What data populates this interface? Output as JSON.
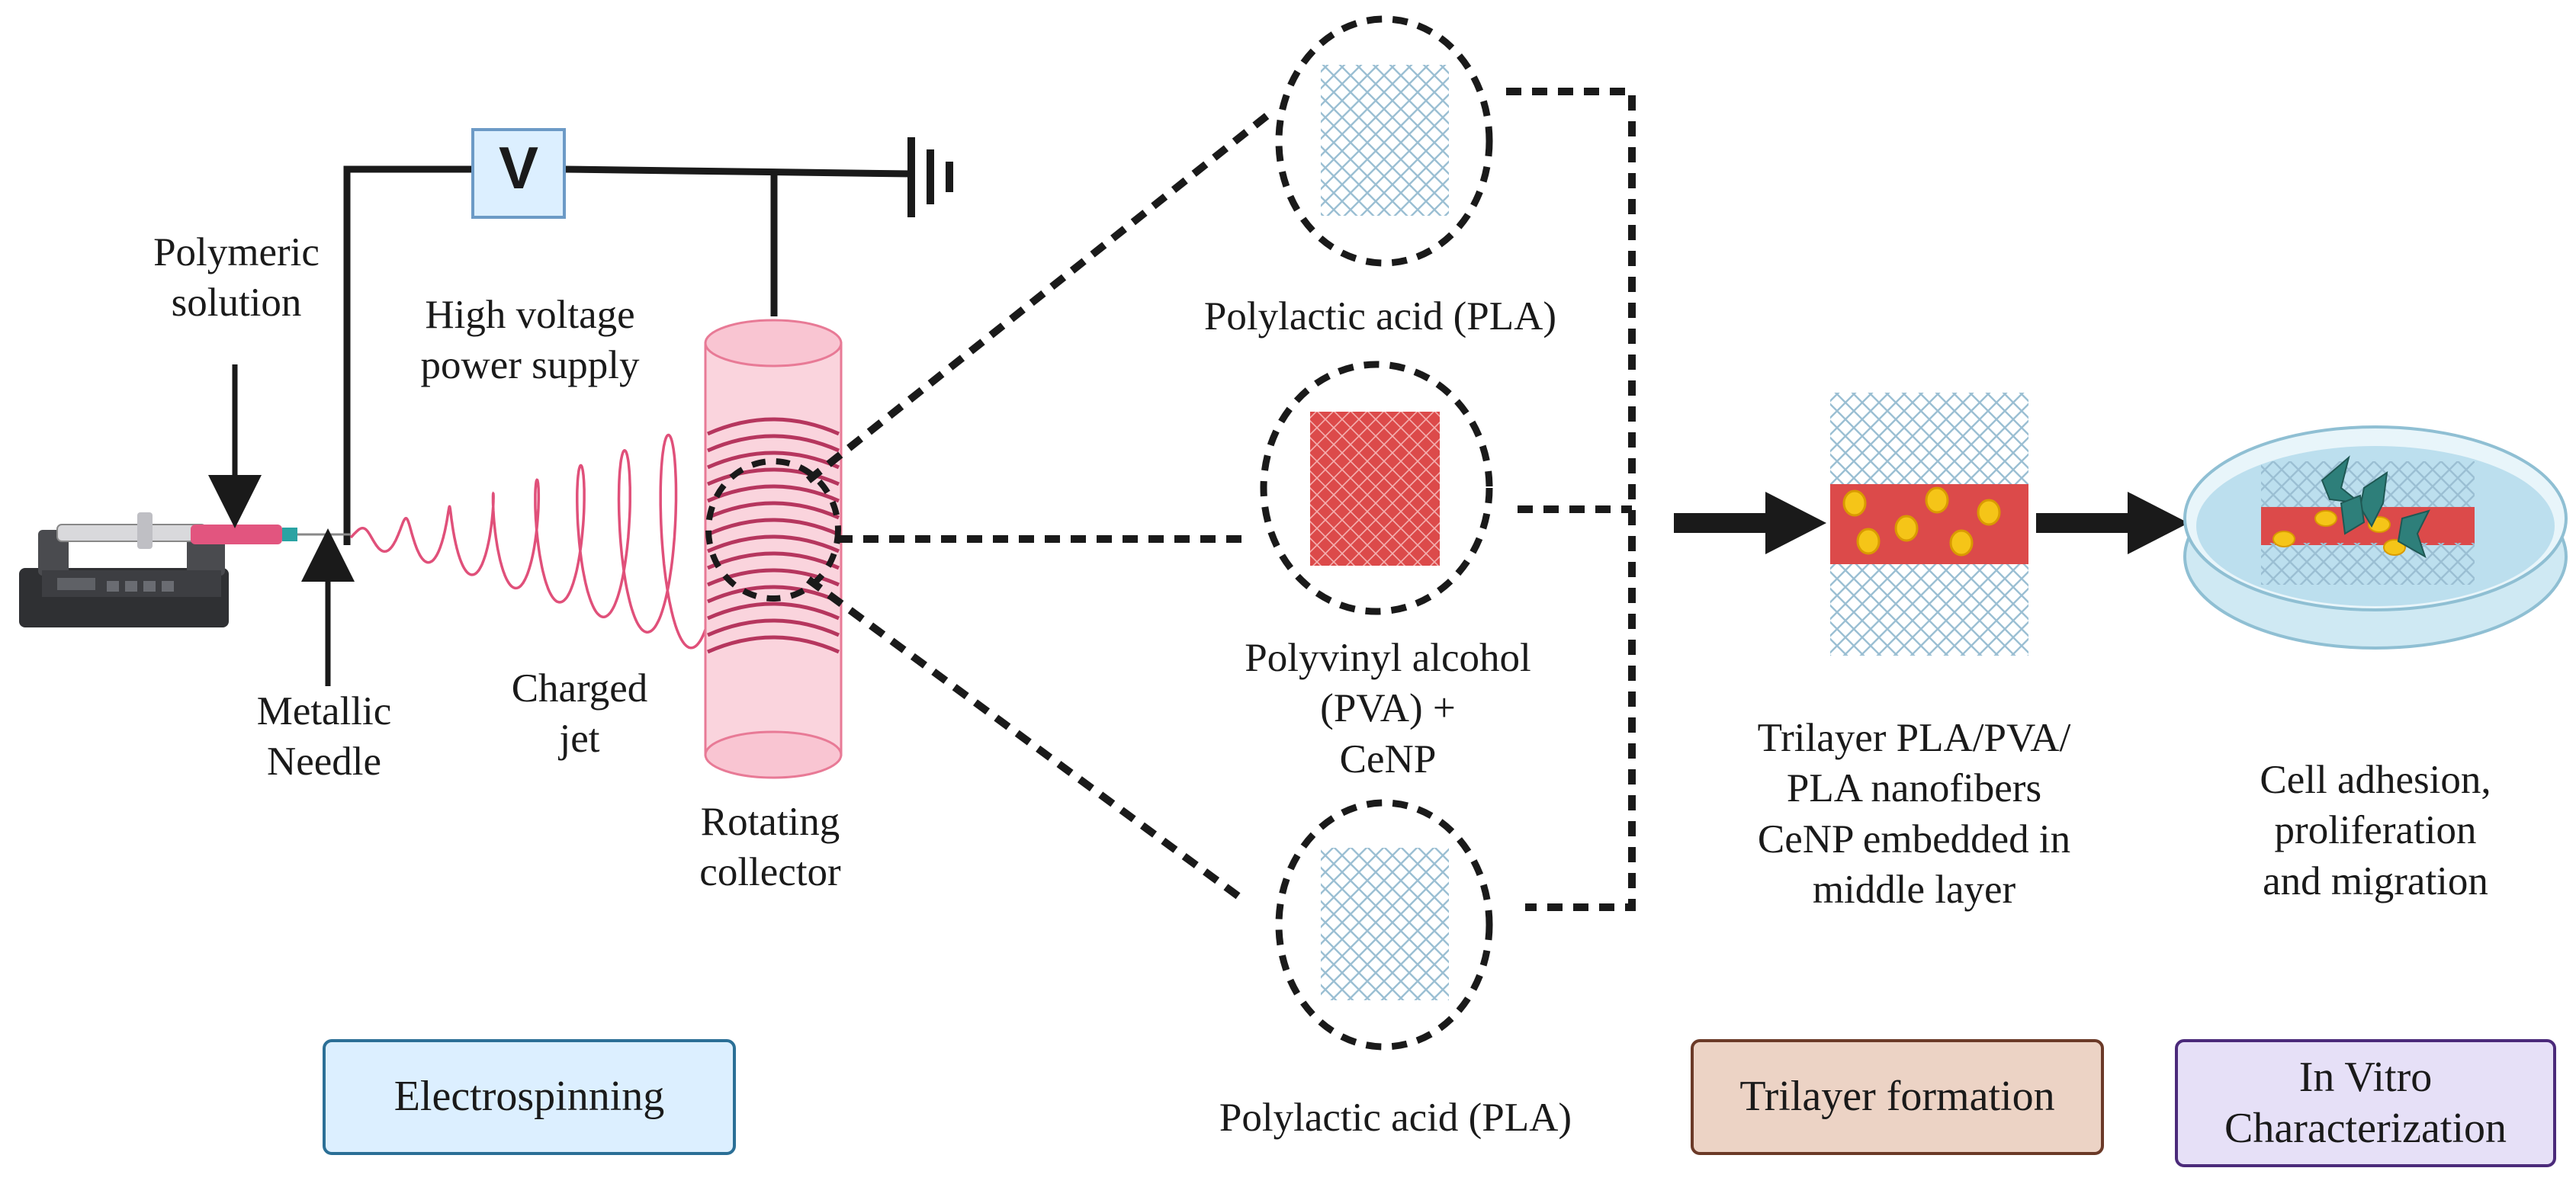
{
  "labels": {
    "polymeric_solution": [
      "Polymeric",
      "solution"
    ],
    "high_voltage": [
      "High voltage",
      "power supply"
    ],
    "metallic_needle": [
      "Metallic",
      "Needle"
    ],
    "charged_jet": [
      "Charged",
      "jet"
    ],
    "rotating_collector": [
      "Rotating",
      "collector"
    ],
    "voltage_symbol": "V",
    "pla_top": "Polylactic acid (PLA)",
    "pva_middle": [
      "Polyvinyl alcohol",
      "(PVA) +",
      "CeNP"
    ],
    "pla_bottom": "Polylactic acid (PLA)",
    "trilayer_desc": [
      "Trilayer PLA/PVA/",
      "PLA nanofibers",
      "CeNP embedded in",
      "middle layer"
    ],
    "cell_desc": [
      "Cell adhesion,",
      "proliferation",
      "and migration"
    ]
  },
  "stages": {
    "electrospinning": "Electrospinning",
    "trilayer_formation": "Trilayer formation",
    "in_vitro": [
      "In Vitro",
      "Characterization"
    ]
  },
  "colors": {
    "electrospinning_fill": "#dcefff",
    "electrospinning_border": "#2b6f96",
    "trilayer_fill": "#ecd3c5",
    "trilayer_border": "#6b3a28",
    "invitro_fill": "#e6e0f7",
    "invitro_border": "#4b2a7a",
    "pla_mesh": "#9bbfd3",
    "pva_red": "#dc4a4a",
    "jet_pink": "#e0507a",
    "collector_pink": "#fad4dd"
  }
}
